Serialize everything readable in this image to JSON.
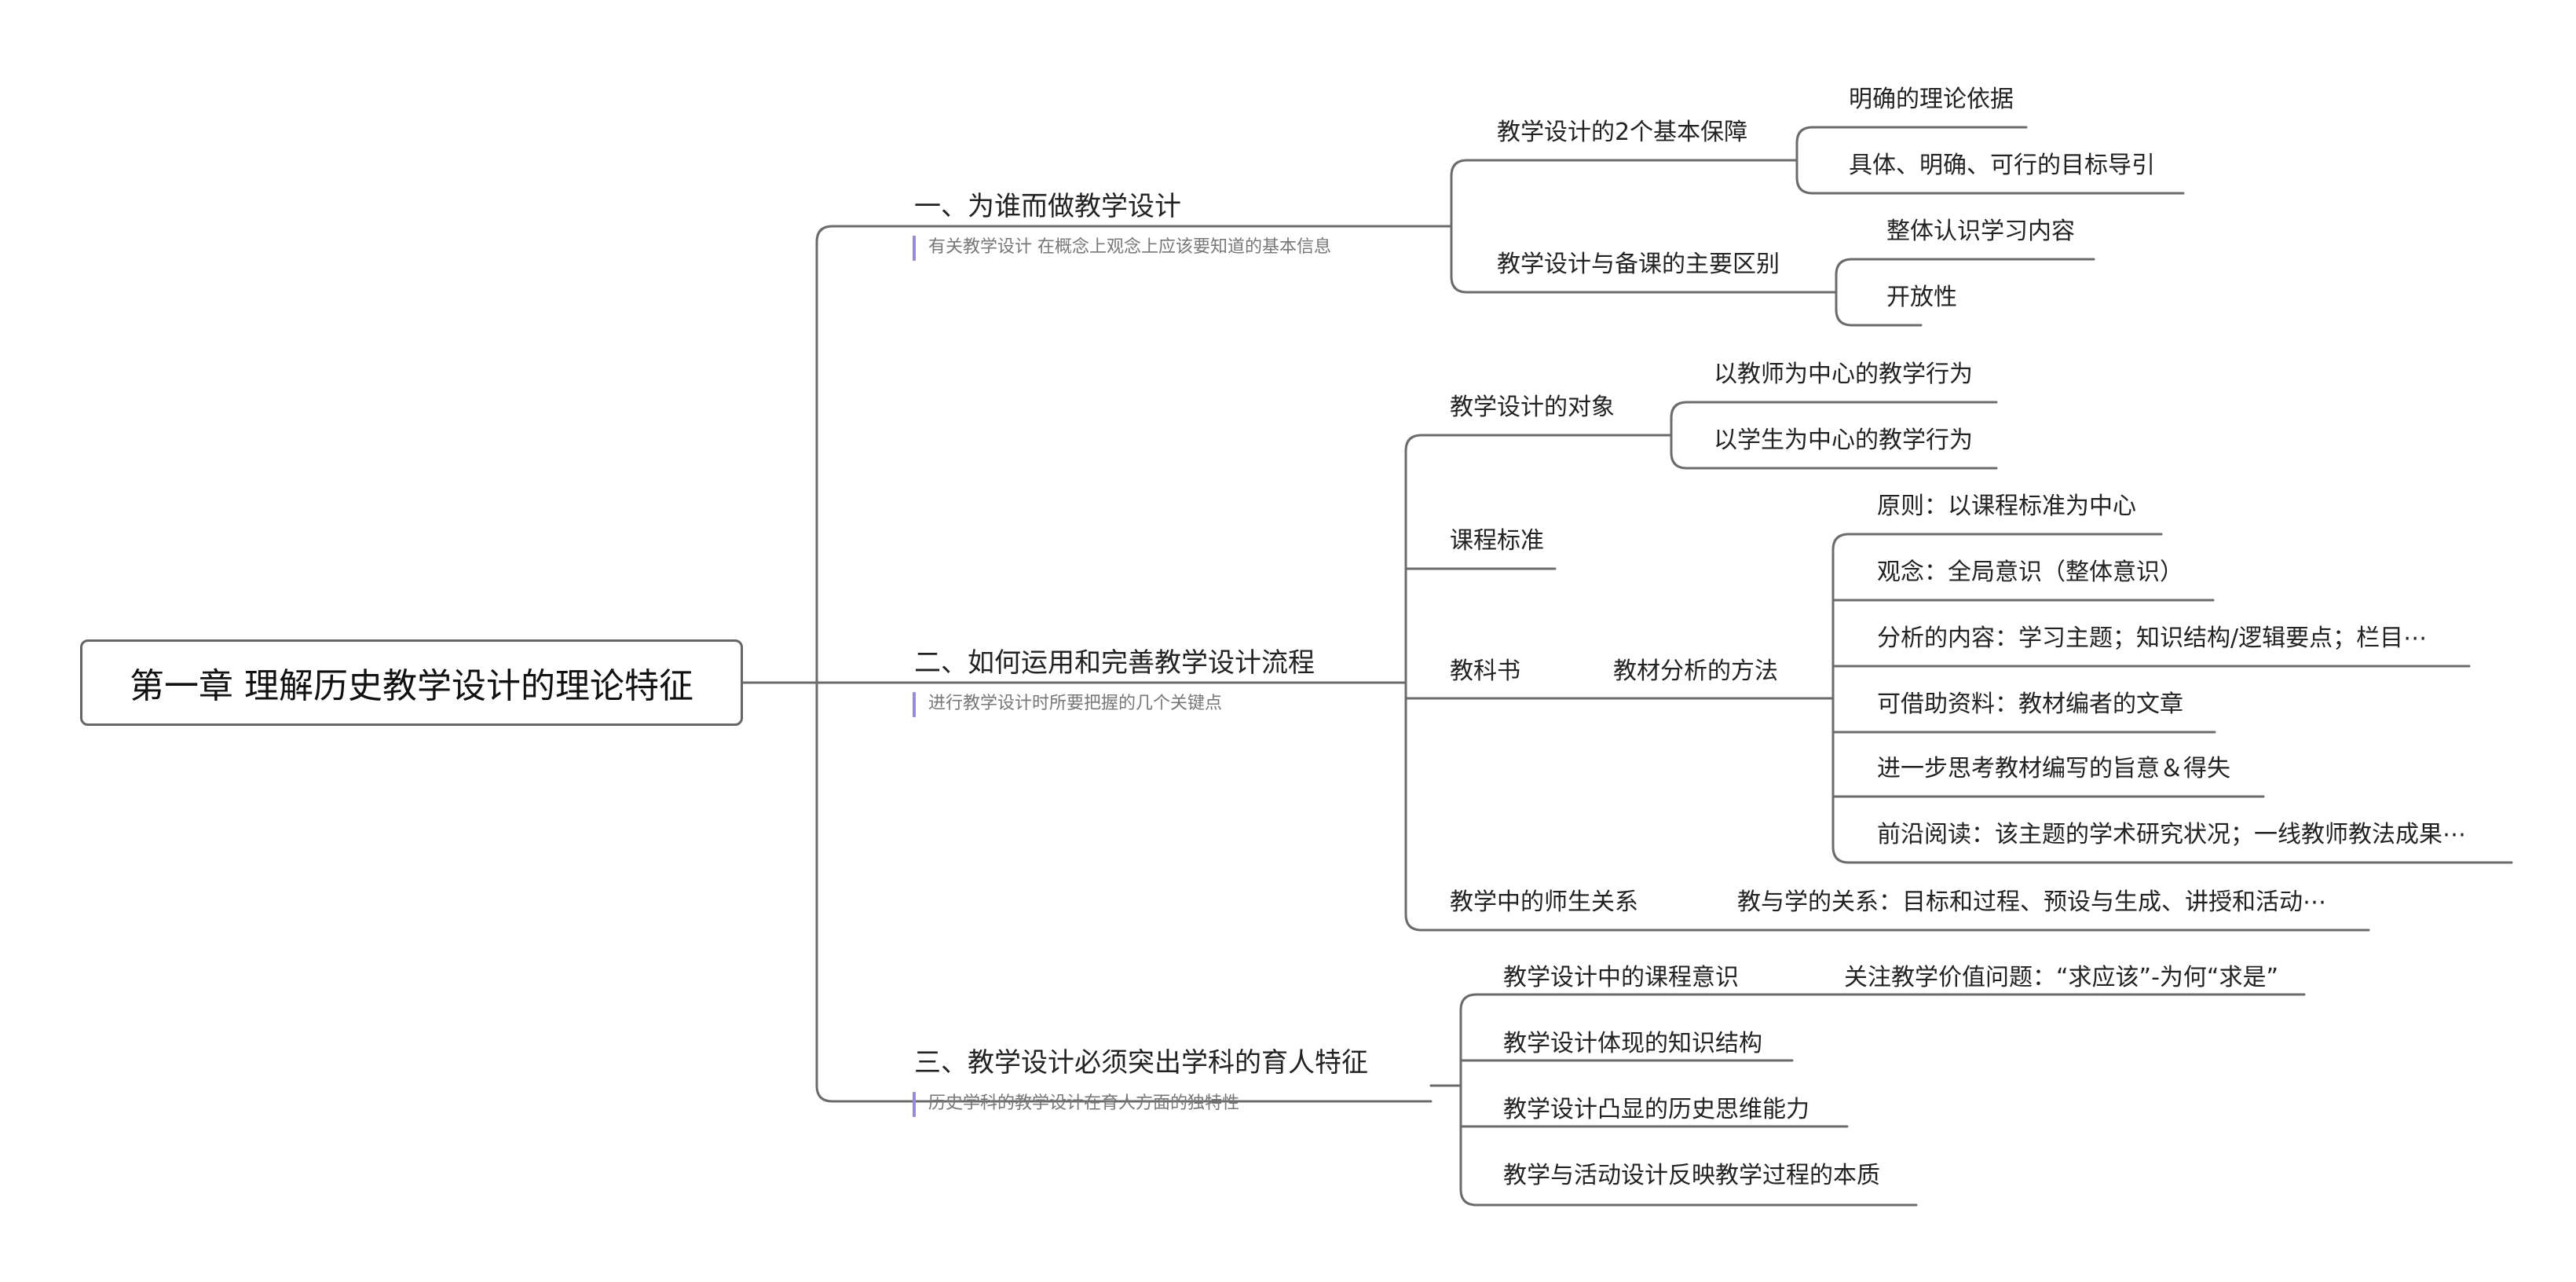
{
  "root": "第一章 理解历史教学设计的理论特征",
  "colors": {
    "line": "#6b6b6b",
    "note_bar": "#9b8ad8",
    "text": "#222222",
    "note_text": "#777777"
  },
  "branches": [
    {
      "title": "一、为谁而做教学设计",
      "note": "有关教学设计 在概念上观念上应该要知道的基本信息",
      "children": [
        {
          "title": "教学设计的2个基本保障",
          "children": [
            "明确的理论依据",
            "具体、明确、可行的目标导引"
          ]
        },
        {
          "title": "教学设计与备课的主要区别",
          "children": [
            "整体认识学习内容",
            "开放性"
          ]
        }
      ]
    },
    {
      "title": "二、如何运用和完善教学设计流程",
      "note": "进行教学设计时所要把握的几个关键点",
      "children": [
        {
          "title": "教学设计的对象",
          "children": [
            "以教师为中心的教学行为",
            "以学生为中心的教学行为"
          ]
        },
        {
          "title": "课程标准",
          "children": []
        },
        {
          "title": "教科书",
          "sub": {
            "title": "教材分析的方法",
            "children": [
              "原则：以课程标准为中心",
              "观念：全局意识（整体意识）",
              "分析的内容：学习主题；知识结构/逻辑要点；栏目⋯",
              "可借助资料：教材编者的文章",
              "进一步思考教材编写的旨意＆得失",
              "前沿阅读：该主题的学术研究状况；一线教师教法成果⋯"
            ]
          }
        },
        {
          "title": "教学中的师生关系",
          "children": [
            "教与学的关系：目标和过程、预设与生成、讲授和活动⋯"
          ]
        }
      ]
    },
    {
      "title": "三、教学设计必须突出学科的育人特征",
      "note": "历史学科的教学设计在育人方面的独特性",
      "children": [
        {
          "title": "教学设计中的课程意识",
          "children": [
            "关注教学价值问题：“求应该”-为何“求是”"
          ]
        },
        {
          "title": "教学设计体现的知识结构",
          "children": []
        },
        {
          "title": "教学设计凸显的历史思维能力",
          "children": []
        },
        {
          "title": "教学与活动设计反映教学过程的本质",
          "children": []
        }
      ]
    }
  ]
}
